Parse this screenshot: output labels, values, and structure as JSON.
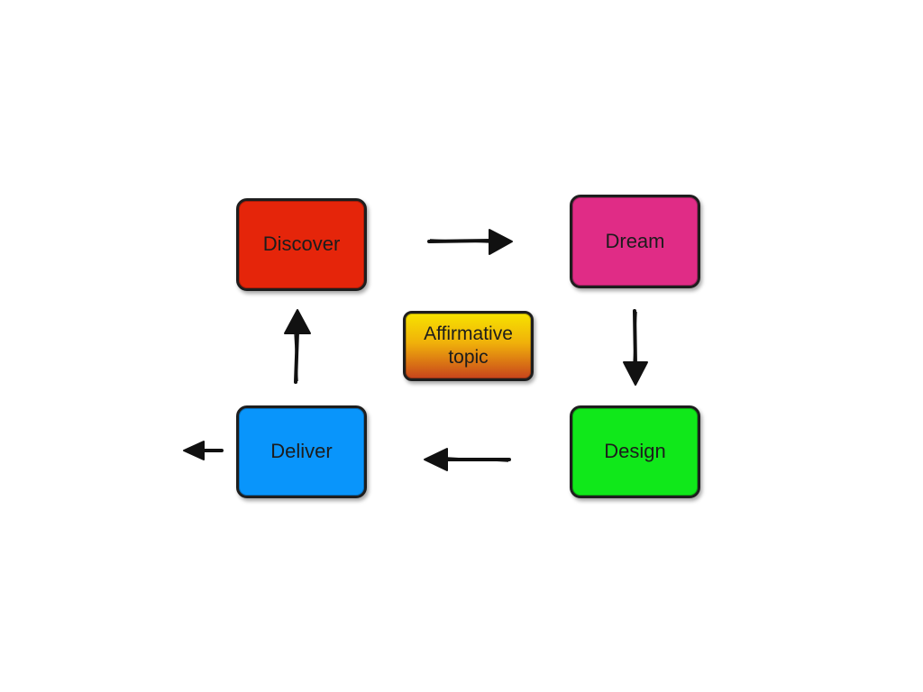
{
  "diagram": {
    "nodes": {
      "discover": {
        "label": "Discover",
        "color": "#e5250a"
      },
      "dream": {
        "label": "Dream",
        "color": "#e02c86"
      },
      "design": {
        "label": "Design",
        "color": "#10e81a"
      },
      "deliver": {
        "label": "Deliver",
        "color": "#0995fb"
      },
      "topic": {
        "label": "Affirmative topic",
        "gradient_top": "#f7e300",
        "gradient_bottom": "#c8441c"
      }
    },
    "edges": [
      {
        "from": "discover",
        "to": "dream"
      },
      {
        "from": "dream",
        "to": "design"
      },
      {
        "from": "design",
        "to": "deliver"
      },
      {
        "from": "deliver",
        "to": "discover"
      }
    ],
    "arrow_color": "#111111"
  }
}
